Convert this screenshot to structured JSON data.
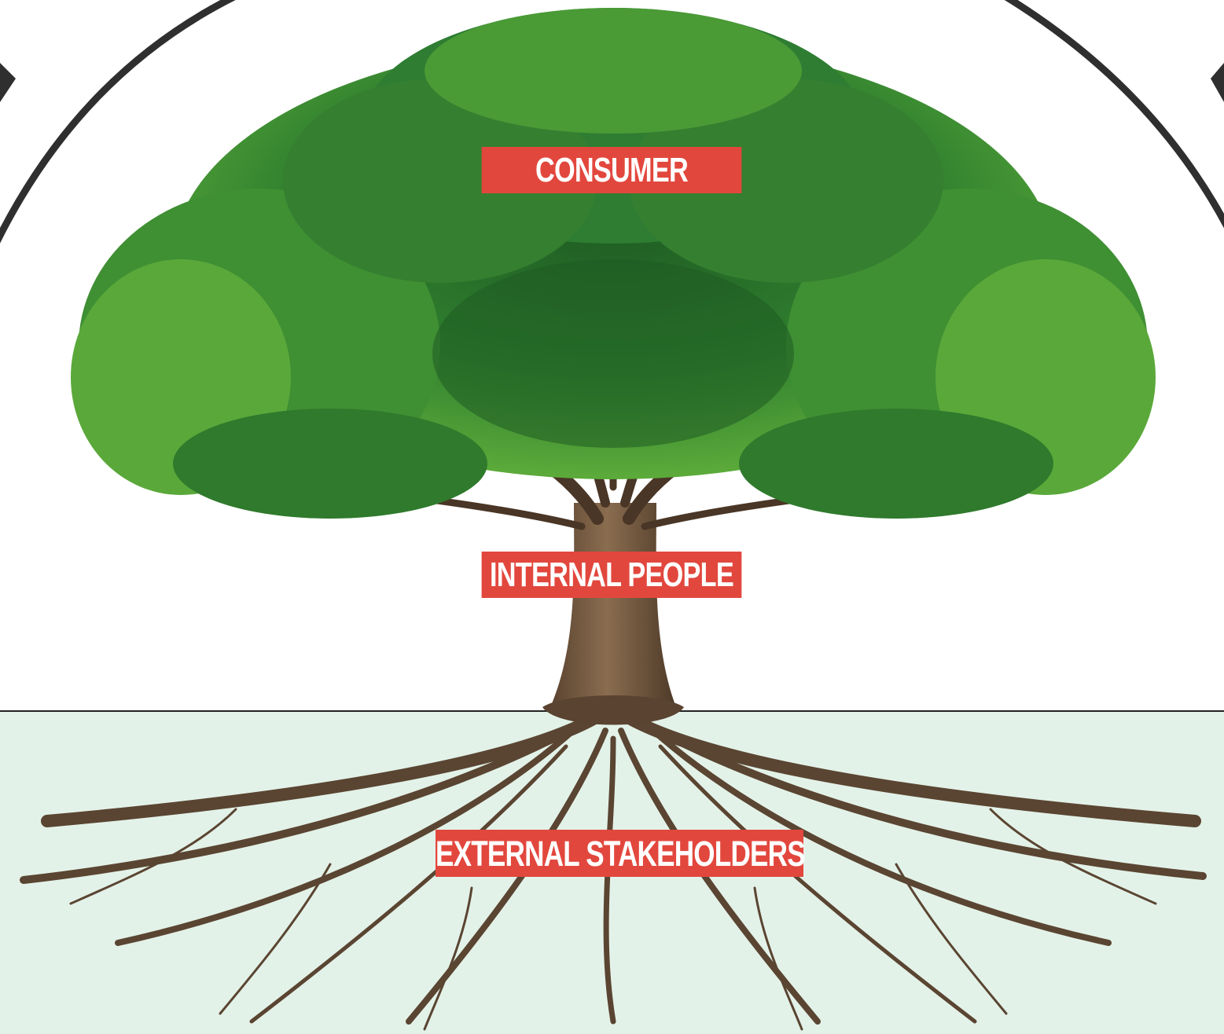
{
  "colors": {
    "background": "#ffffff",
    "ground": "#e3f2e8",
    "ground_line": "#222222",
    "arc": "#2f2f2f",
    "label_bg": "#e2473d",
    "label_text": "#ffffff",
    "foliage_dark": "#1f5b22",
    "foliage_mid": "#2e7d32",
    "foliage_light": "#5fae3c",
    "trunk": "#6b5238",
    "root": "#5a4532"
  },
  "labels": {
    "canopy": "CONSUMER",
    "trunk": "INTERNAL PEOPLE",
    "roots": "EXTERNAL STAKEHOLDERS"
  },
  "icons": {
    "tree": "tree-illustration",
    "arc": "enclosing-arc"
  }
}
